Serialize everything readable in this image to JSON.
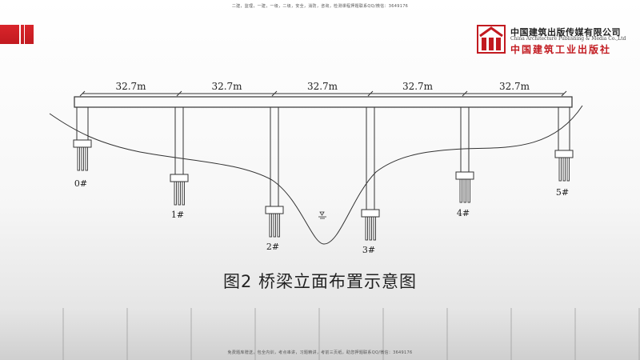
{
  "header_note": "二建，监理，一建，一级，二级，安全，消防，咨询，检测课程押题联系QQ/微信：3649176",
  "footer_note": "免费题库赠送，包全内训，考点串讲，习题精讲，考前三页纸，助您押题联系QQ/微信：3649176",
  "publisher": {
    "name_cn": "中国建筑出版传媒有限公司",
    "name_en": "China Architecture Publishing & Media Co.,Ltd",
    "name_cn_sub": "中国建筑工业出版社"
  },
  "diagram": {
    "spans": [
      "32.7m",
      "32.7m",
      "32.7m",
      "32.7m",
      "32.7m"
    ],
    "piers": [
      "0#",
      "1#",
      "2#",
      "3#",
      "4#",
      "5#"
    ],
    "colors": {
      "line": "#333333",
      "brand_red": "#c21a20"
    }
  },
  "caption": "图2  桥梁立面布置示意图"
}
